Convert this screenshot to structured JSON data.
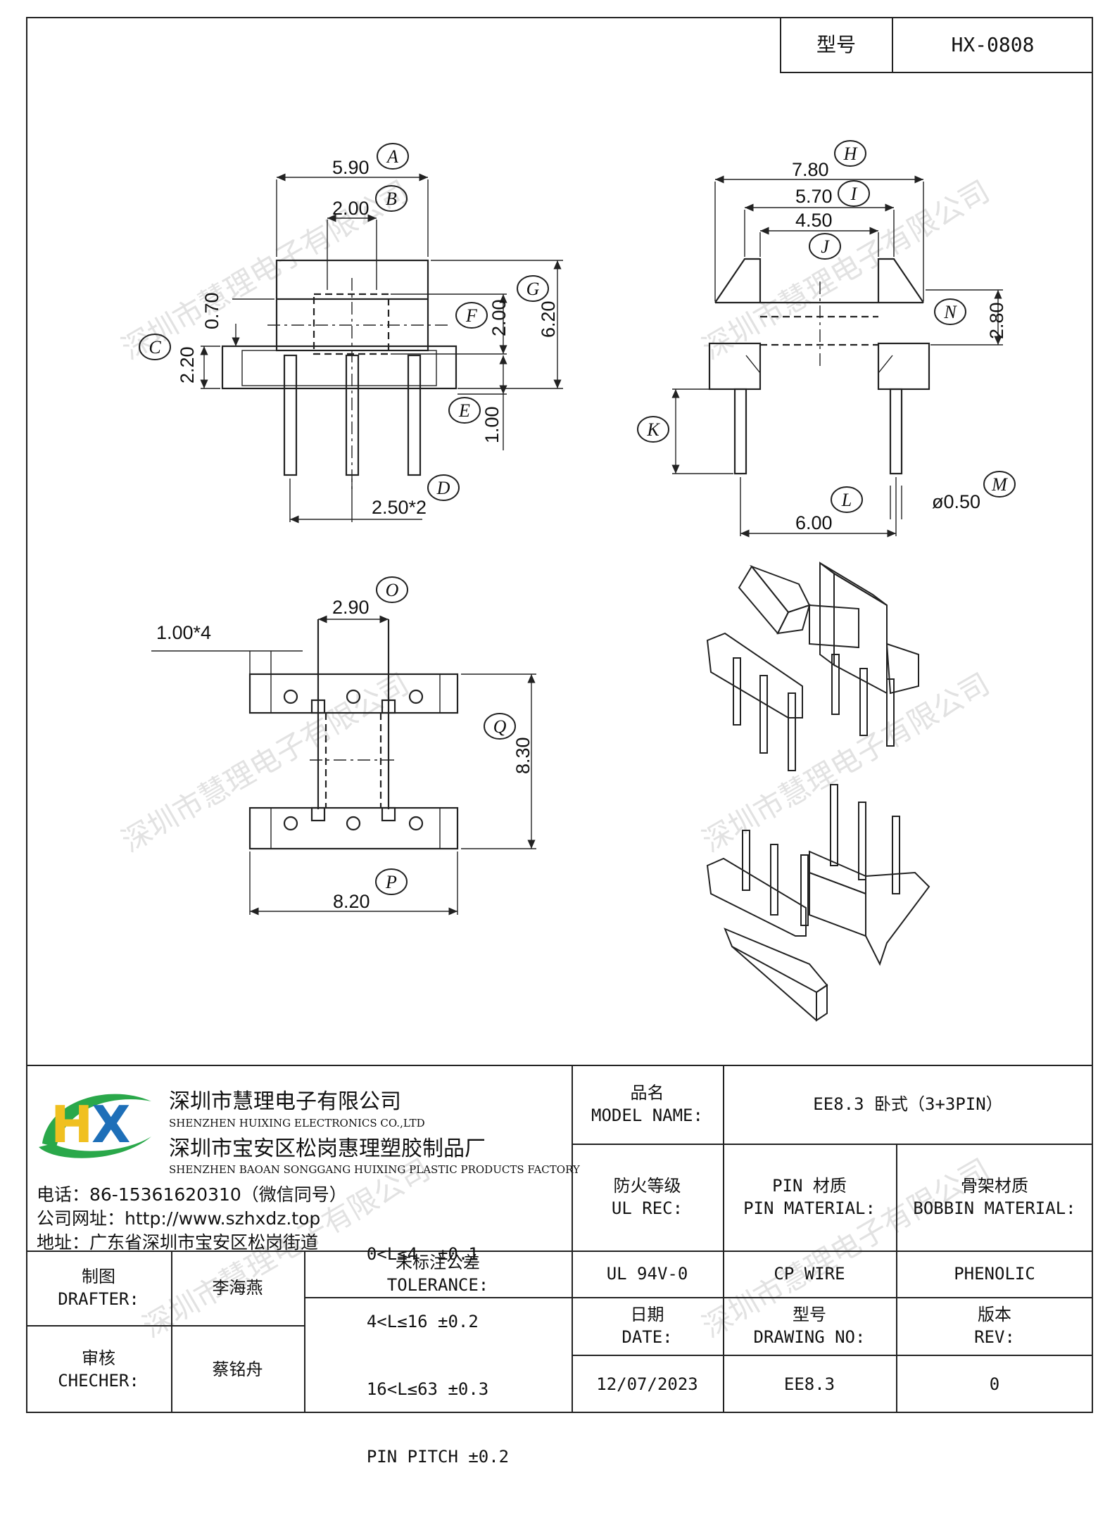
{
  "header": {
    "model_label": "型号",
    "model_value": "HX-0808"
  },
  "dimensions": {
    "A": "5.90",
    "B": "2.00",
    "C": "2.20",
    "D": "2.50*2",
    "E": "1.00",
    "F": "2.00",
    "G": "6.20",
    "H": "7.80",
    "I": "5.70",
    "J": "4.50",
    "K": "",
    "L": "6.00",
    "M": "ø0.50",
    "N": "2.80",
    "O": "2.90",
    "P": "8.20",
    "Q": "8.30",
    "top_small": "0.70",
    "pin_width": "1.00*4"
  },
  "letters": [
    "A",
    "B",
    "C",
    "D",
    "E",
    "F",
    "G",
    "H",
    "I",
    "J",
    "K",
    "L",
    "M",
    "N",
    "O",
    "P",
    "Q"
  ],
  "watermark": "深圳市慧理电子有限公司",
  "company": {
    "logo_text": "HX",
    "name_cn": "深圳市慧理电子有限公司",
    "name_en": "SHENZHEN HUIXING ELECTRONICS CO.,LTD",
    "factory_cn": "深圳市宝安区松岗惠理塑胶制品厂",
    "factory_en": "SHENZHEN BAOAN SONGGANG HUIXING PLASTIC PRODUCTS FACTORY",
    "phone": "电话：86-15361620310（微信同号）",
    "website": "公司网址：http://www.szhxdz.top",
    "address": "地址：广东省深圳市宝安区松岗街道"
  },
  "titleblock": {
    "model_name_cn": "品名",
    "model_name_en": "MODEL NAME:",
    "model_name_value": "EE8.3 卧式（3+3PIN）",
    "ul_cn": "防火等级",
    "ul_en": "UL REC:",
    "pin_cn": "PIN 材质",
    "pin_en": "PIN MATERIAL:",
    "bobbin_cn": "骨架材质",
    "bobbin_en": "BOBBIN MATERIAL:",
    "ul_value": "UL 94V-0",
    "pin_value": "CP WIRE",
    "bobbin_value": "PHENOLIC",
    "drafter_cn": "制图",
    "drafter_en": "DRAFTER:",
    "drafter_value": "李海燕",
    "checker_cn": "审核",
    "checker_en": "CHECHER:",
    "checker_value": "蔡铭舟",
    "tol_cn": "未标注公差",
    "tol_en": "TOLERANCE:",
    "tol_lines": [
      "0<L≤4  ±0.1",
      "4<L≤16 ±0.2",
      "16<L≤63 ±0.3",
      "PIN PITCH ±0.2"
    ],
    "date_cn": "日期",
    "date_en": "DATE:",
    "date_value": "12/07/2023",
    "drawing_cn": "型号",
    "drawing_en": "DRAWING NO:",
    "drawing_value": "EE8.3",
    "rev_cn": "版本",
    "rev_en": "REV:",
    "rev_value": "0"
  },
  "colors": {
    "logo_green": "#2aa84a",
    "logo_yellow": "#f0c020",
    "logo_blue": "#1e6fb8",
    "line": "#222222"
  }
}
